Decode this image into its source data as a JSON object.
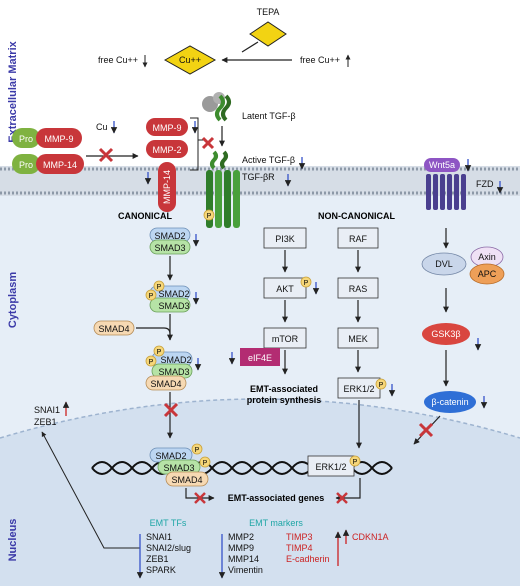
{
  "regions": {
    "extracellular": "Extracellular Matrix",
    "cytoplasm": "Cytoplasm",
    "nucleus": "Nucleus"
  },
  "tepa": "TEPA",
  "cu_diamond": "Cu++",
  "free_cu_left": "free Cu++",
  "free_cu_right": "free Cu++",
  "pro": "Pro",
  "mmp9": "MMP-9",
  "mmp14": "MMP-14",
  "mmp2": "MMP-2",
  "cu_label": "Cu",
  "latent_tgfb": "Latent TGF-β",
  "active_tgfb": "Active TGF-β",
  "tgfbr": "TGF-βR",
  "canonical": "CANONICAL",
  "non_canonical": "NON-CANONICAL",
  "smad2": "SMAD2",
  "smad3": "SMAD3",
  "smad4": "SMAD4",
  "p": "P",
  "pi3k": "PI3K",
  "akt": "AKT",
  "mtor": "mTOR",
  "eif4e": "eIF4E",
  "emt_protein_1": "EMT-associated",
  "emt_protein_2": "protein synthesis",
  "raf": "RAF",
  "ras": "RAS",
  "mek": "MEK",
  "erk": "ERK1/2",
  "wnt5a": "Wnt5a",
  "fzd": "FZD",
  "dvl": "DVL",
  "axin": "Axin",
  "apc": "APC",
  "gsk3b": "GSK3β",
  "bcatenin": "β-catenin",
  "snai1_top": "SNAI1",
  "zeb1_top": "ZEB1",
  "emt_genes": "EMT-associated genes",
  "emt_tfs": "EMT TFs",
  "emt_markers": "EMT markers",
  "tfs_list": [
    "SNAI1",
    "SNAI2/slug",
    "ZEB1",
    "SPARK"
  ],
  "markers_down": [
    "MMP2",
    "MMP9",
    "MMP14",
    "Vimentin"
  ],
  "markers_up": [
    "TIMP3",
    "TIMP4",
    "E-cadherin"
  ],
  "cdkn1a": "CDKN1A",
  "colors": {
    "mmp_red": "#c8363a",
    "pro_green": "#7fb241",
    "smad2": "#bcd6f2",
    "smad3": "#b6e3a6",
    "smad4": "#f6d9b3",
    "p_yellow": "#f6d77a",
    "purple": "#8e55c4",
    "gsk_red": "#d9463f",
    "catenin": "#2f6fd6",
    "eif4e": "#b32c72",
    "teal": "#1fa6a6",
    "red_text": "#cc2222",
    "down_blue": "#3653c9"
  }
}
